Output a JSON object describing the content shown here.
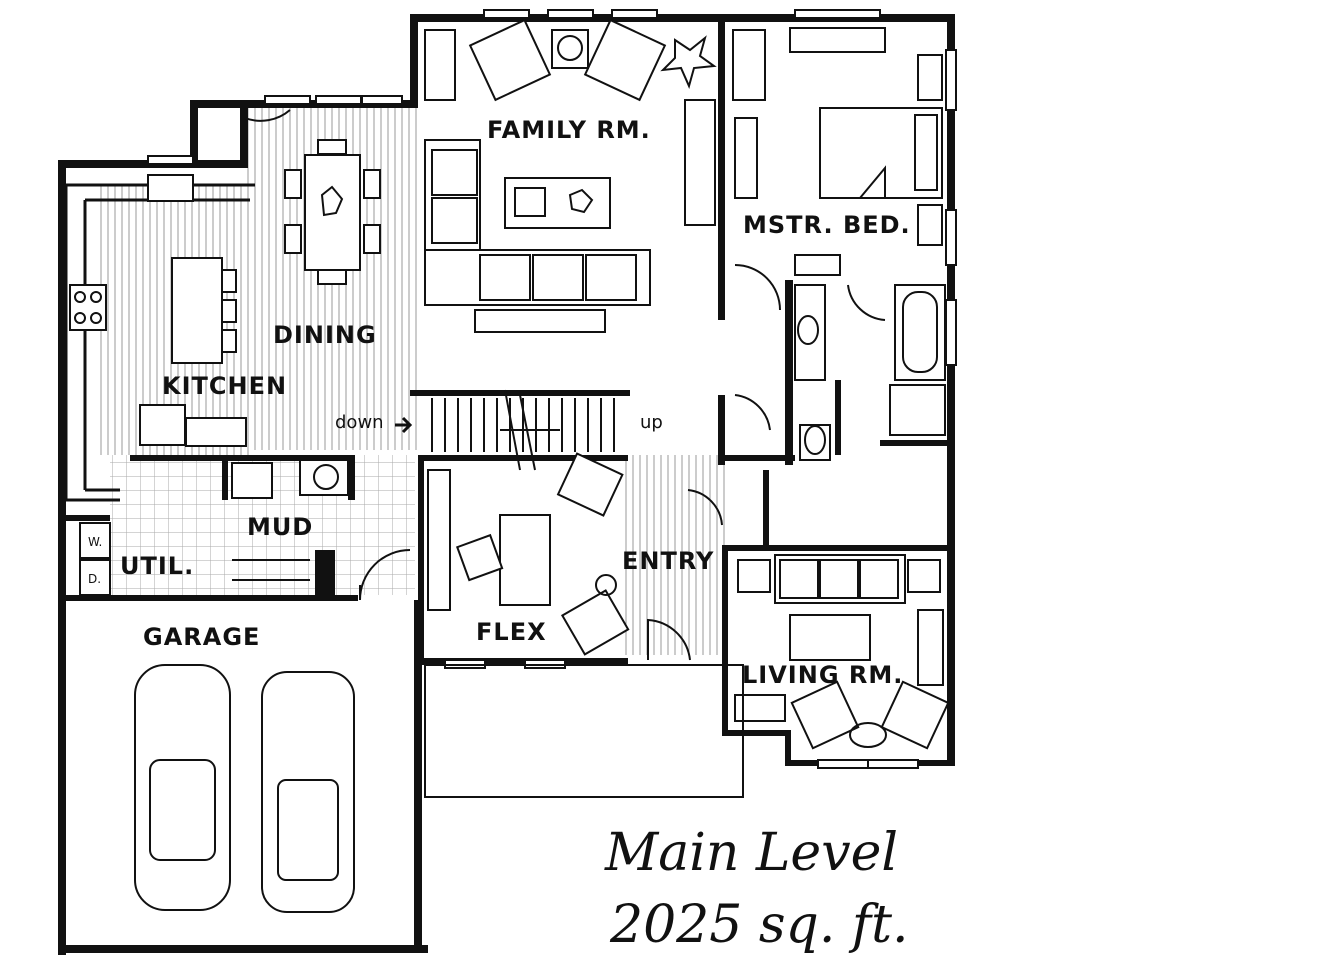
{
  "rooms": {
    "family": "FAMILY RM.",
    "master": "MSTR. BED.",
    "dining": "DINING",
    "kitchen": "KITCHEN",
    "mud": "MUD",
    "util": "UTIL.",
    "garage": "GARAGE",
    "flex": "FLEX",
    "entry": "ENTRY",
    "living": "LIVING RM."
  },
  "stairs": {
    "down": "down",
    "up": "up"
  },
  "appliances": {
    "washer": "W.",
    "dryer": "D."
  },
  "caption": {
    "level": "Main Level",
    "area": "2025 sq. ft."
  }
}
